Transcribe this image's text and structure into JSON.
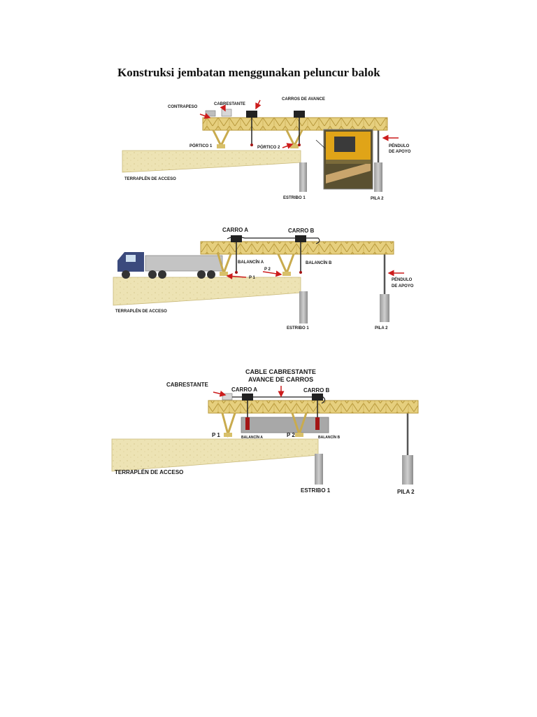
{
  "title": "Konstruksi jembatan menggunakan peluncur balok",
  "colors": {
    "truss": "#e6cf7e",
    "truss_stroke": "#b8993c",
    "embankment": "#ede3b4",
    "pier": "#b4b4b4",
    "arrow": "#cc1c1c",
    "truck_cab": "#3b4a7d"
  },
  "figure1": {
    "contrapeso": "CONTRAPESO",
    "cabrestante": "CABRESTANTE",
    "carros_de_avance": "CARROS DE AVANCE",
    "portico1": "PÓRTICO 1",
    "portico2": "PÓRTICO 2",
    "pendulo_line1": "PÉNDULO",
    "pendulo_line2": "DE APOYO",
    "terraplen": "TERRAPLÉN DE ACCESO",
    "estribo": "ESTRIBO 1",
    "pila": "PILA 2"
  },
  "figure2": {
    "carro_a": "CARRO A",
    "carro_b": "CARRO B",
    "balancin_a": "BALANCÍN A",
    "balancin_b": "BALANCÍN B",
    "p1": "P 1",
    "p2": "P 2",
    "pendulo_line1": "PÉNDULO",
    "pendulo_line2": "DE APOYO",
    "terraplen": "TERRAPLÉN DE ACCESO",
    "estribo": "ESTRIBO 1",
    "pila": "PILA 2"
  },
  "figure3": {
    "cable_line1": "CABLE CABRESTANTE",
    "cable_line2": "AVANCE DE CARROS",
    "cabrestante": "CABRESTANTE",
    "carro_a": "CARRO A",
    "carro_b": "CARRO B",
    "p1": "P 1",
    "p2": "P 2",
    "balancin_a": "BALANCÍN A",
    "balancin_b": "BALANCÍN B",
    "terraplen": "TERRAPLÉN DE ACCESO",
    "estribo": "ESTRIBO 1",
    "pila": "PILA 2"
  }
}
